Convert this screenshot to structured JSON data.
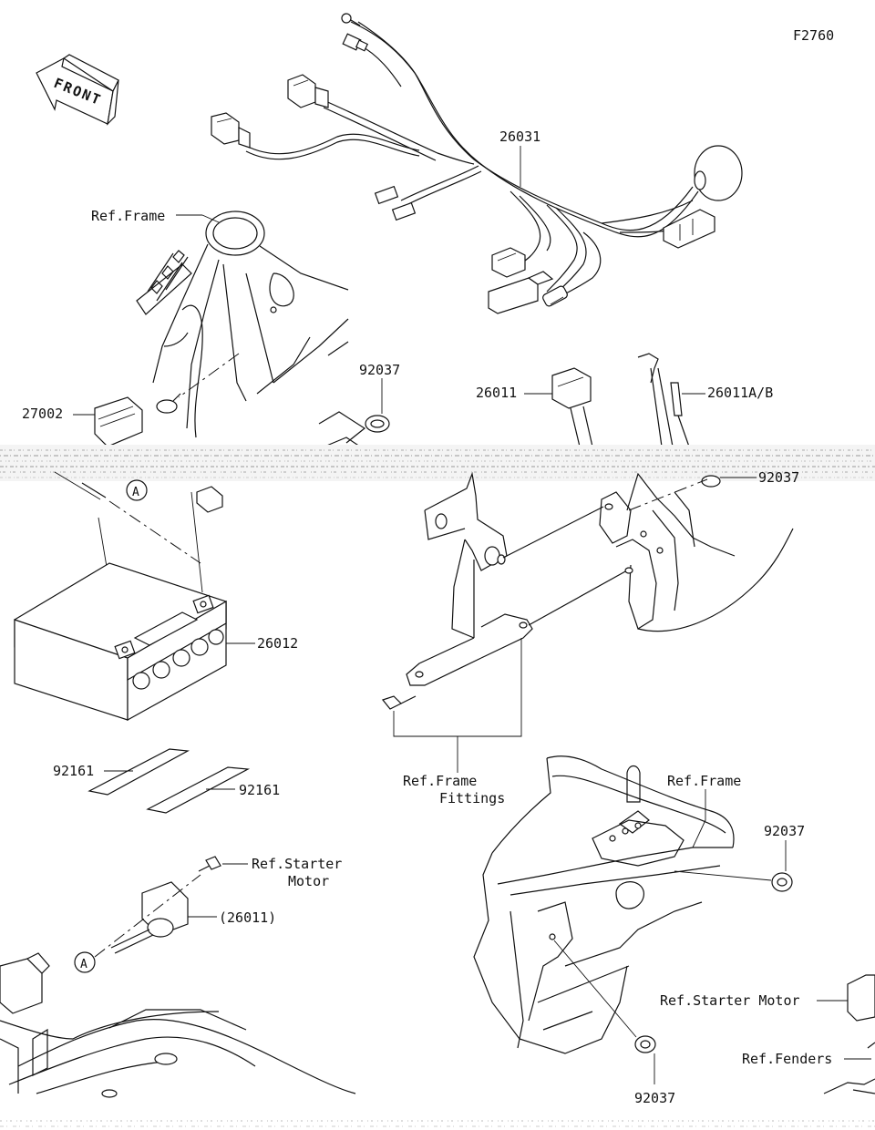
{
  "figure_id": "F2760",
  "front_arrow": {
    "text": "FRONT"
  },
  "callouts": {
    "harness_main": "26031",
    "ref_frame_top": "Ref.Frame",
    "clamp_left": "92037",
    "relay": "26011",
    "cable_ab": "26011A/B",
    "cover": "27002",
    "clamp_right_top": "92037",
    "battery": "26012",
    "pad_1": "92161",
    "pad_2": "92161",
    "ref_frame_fittings_1": "Ref.Frame",
    "ref_frame_fittings_2": "Fittings",
    "ref_frame_right": "Ref.Frame",
    "clamp_right_mid": "92037",
    "ref_starter_motor_1": "Ref.Starter",
    "ref_starter_motor_2": "Motor",
    "relay_paren": "(26011)",
    "ref_starter_motor_right": "Ref.Starter Motor",
    "clamp_bottom": "92037",
    "ref_fenders": "Ref.Fenders"
  },
  "markers": {
    "a_upper": "A",
    "a_lower": "A"
  }
}
